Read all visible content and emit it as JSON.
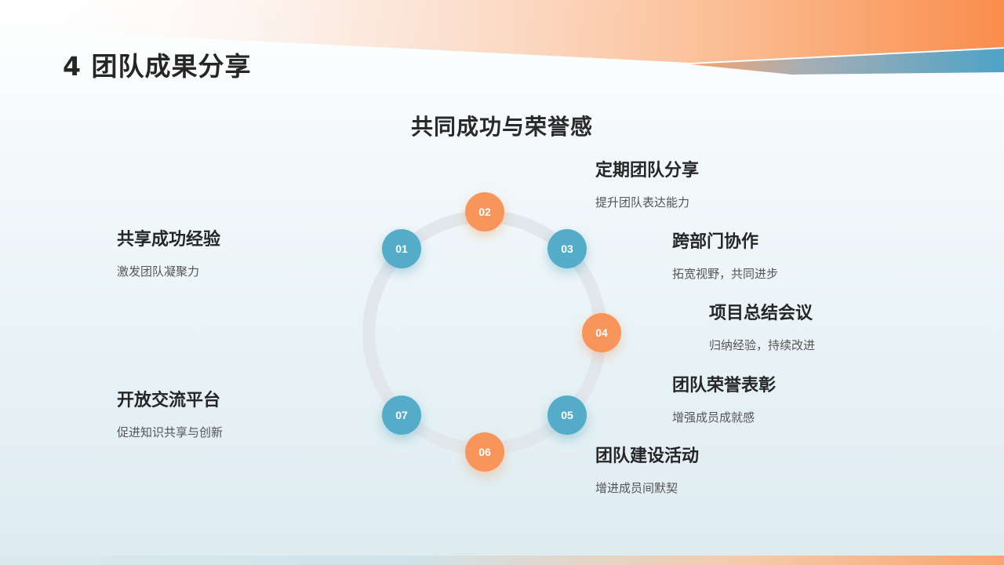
{
  "page": {
    "title": "4 团队成果分享",
    "subtitle": "共同成功与荣誉感"
  },
  "colors": {
    "orange": "#f7955a",
    "blue": "#55acc8",
    "ring": "#e3e8ec"
  },
  "items": [
    {
      "num": "01",
      "title": "共享成功经验",
      "desc": "激发团队凝聚力",
      "color": "blue"
    },
    {
      "num": "02",
      "title": "定期团队分享",
      "desc": "提升团队表达能力",
      "color": "orange"
    },
    {
      "num": "03",
      "title": "跨部门协作",
      "desc": "拓宽视野，共同进步",
      "color": "blue"
    },
    {
      "num": "04",
      "title": "项目总结会议",
      "desc": "归纳经验，持续改进",
      "color": "orange"
    },
    {
      "num": "05",
      "title": "团队荣誉表彰",
      "desc": "增强成员成就感",
      "color": "blue"
    },
    {
      "num": "06",
      "title": "团队建设活动",
      "desc": "增进成员间默契",
      "color": "orange"
    },
    {
      "num": "07",
      "title": "开放交流平台",
      "desc": "促进知识共享与创新",
      "color": "blue"
    }
  ]
}
